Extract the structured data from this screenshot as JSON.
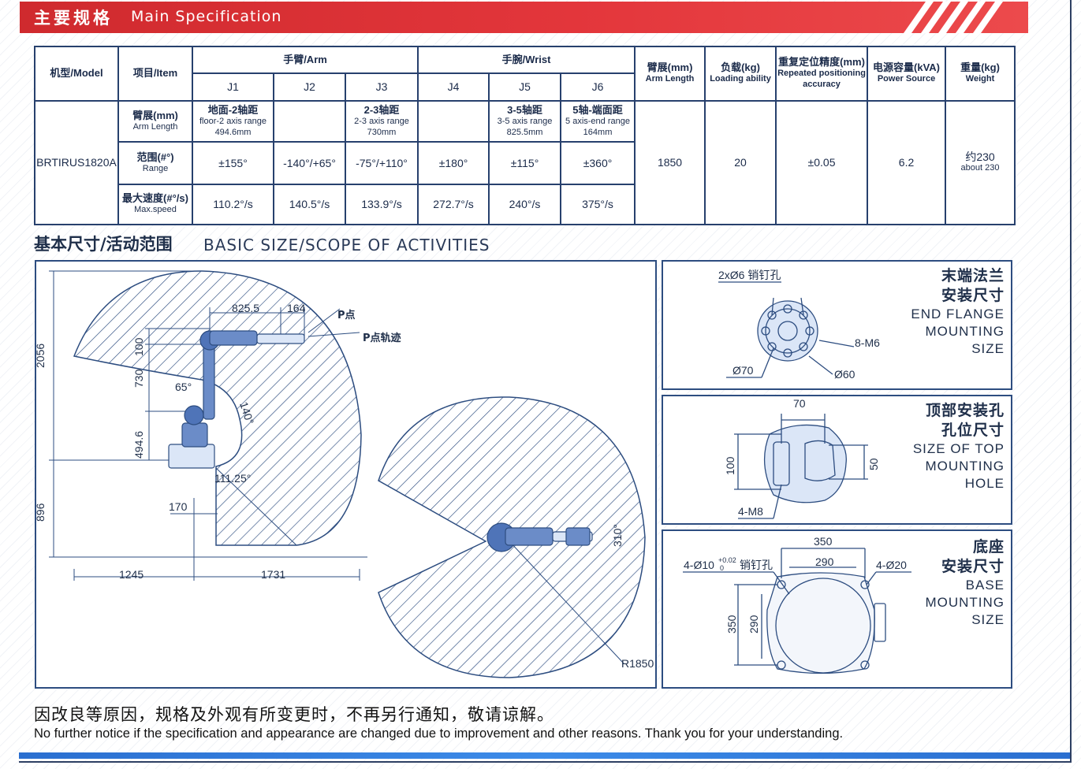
{
  "header": {
    "title_cn": "主要规格",
    "title_en": "Main Specification"
  },
  "table": {
    "model_label": "机型/Model",
    "item_label": "项目/Item",
    "arm_label": "手臂/Arm",
    "wrist_label": "手腕/Wrist",
    "joints": [
      "J1",
      "J2",
      "J3",
      "J4",
      "J5",
      "J6"
    ],
    "arm_length_cn": "臂展(mm)",
    "arm_length_en": "Arm Length",
    "load_cn": "负载(kg)",
    "load_en": "Loading ability",
    "repeat_cn": "重复定位精度(mm)",
    "repeat_en1": "Repeated positioning",
    "repeat_en2": "accuracy",
    "power_cn": "电源容量(kVA)",
    "power_en": "Power Source",
    "weight_cn": "重量(kg)",
    "weight_en": "Weight",
    "model_name": "BRTIRUS1820A",
    "row_arm_cn": "臂展(mm)",
    "row_arm_en": "Arm Length",
    "row_range_cn": "范围(#°)",
    "row_range_en": "Range",
    "row_speed_cn": "最大速度(#°/s)",
    "row_speed_en": "Max.speed",
    "j1_arm_cn": "地面-2轴距",
    "j1_arm_en": "floor-2 axis range",
    "j1_arm_val": "494.6mm",
    "j3_arm_cn": "2-3轴距",
    "j3_arm_en": "2-3 axis range",
    "j3_arm_val": "730mm",
    "j5_arm_cn": "3-5轴距",
    "j5_arm_en": "3-5 axis range",
    "j5_arm_val": "825.5mm",
    "j6_arm_cn": "5轴-端面距",
    "j6_arm_en": "5 axis-end range",
    "j6_arm_val": "164mm",
    "ranges": [
      "±155°",
      "-140°/+65°",
      "-75°/+110°",
      "±180°",
      "±115°",
      "±360°"
    ],
    "speeds": [
      "110.2°/s",
      "140.5°/s",
      "133.9°/s",
      "272.7°/s",
      "240°/s",
      "375°/s"
    ],
    "arm_length": "1850",
    "load": "20",
    "repeat": "±0.05",
    "power": "6.2",
    "weight_cn_val": "约230",
    "weight_en_val": "about 230"
  },
  "section": {
    "title_cn": "基本尺寸/活动范围",
    "title_en": "BASIC SIZE/SCOPE OF ACTIVITIES"
  },
  "main_drawing": {
    "d_2056": "2056",
    "d_896": "896",
    "d_1245": "1245",
    "d_1731": "1731",
    "d_825": "825.5",
    "d_164": "164",
    "d_100": "100",
    "d_730": "730",
    "d_4946": "494.6",
    "d_65": "65°",
    "d_140": "140°",
    "d_111": "111.25°",
    "d_170": "170",
    "p_point": "P点",
    "p_path": "P点轨迹",
    "d_310": "310°",
    "d_r1850": "R1850"
  },
  "flange": {
    "title_cn1": "末端法兰",
    "title_cn2": "安装尺寸",
    "title_en1": "END FLANGE",
    "title_en2": "MOUNTING",
    "title_en3": "SIZE",
    "pin": "2xØ6 销钉孔",
    "m6": "8-M6",
    "d70": "Ø70",
    "d60": "Ø60"
  },
  "top": {
    "title_cn1": "顶部安装孔",
    "title_cn2": "孔位尺寸",
    "title_en1": "SIZE OF TOP",
    "title_en2": "MOUNTING",
    "title_en3": "HOLE",
    "d70": "70",
    "d100": "100",
    "d50": "50",
    "m8": "4-M8"
  },
  "base": {
    "title_cn1": "底座",
    "title_cn2": "安装尺寸",
    "title_en1": "BASE",
    "title_en2": "MOUNTING",
    "title_en3": "SIZE",
    "d350a": "350",
    "d290a": "290",
    "d350b": "350",
    "d290b": "290",
    "pin_pre": "4-Ø10",
    "pin_tol_up": "+0.02",
    "pin_tol_dn": "0",
    "pin_post": "销钉孔",
    "d20": "4-Ø20"
  },
  "notes": {
    "cn": "因改良等原因，规格及外观有所变更时，不再另行通知，敬请谅解。",
    "en": "No further notice if the specification and appearance are changed due to improvement and other reasons. Thank you for your understanding."
  }
}
